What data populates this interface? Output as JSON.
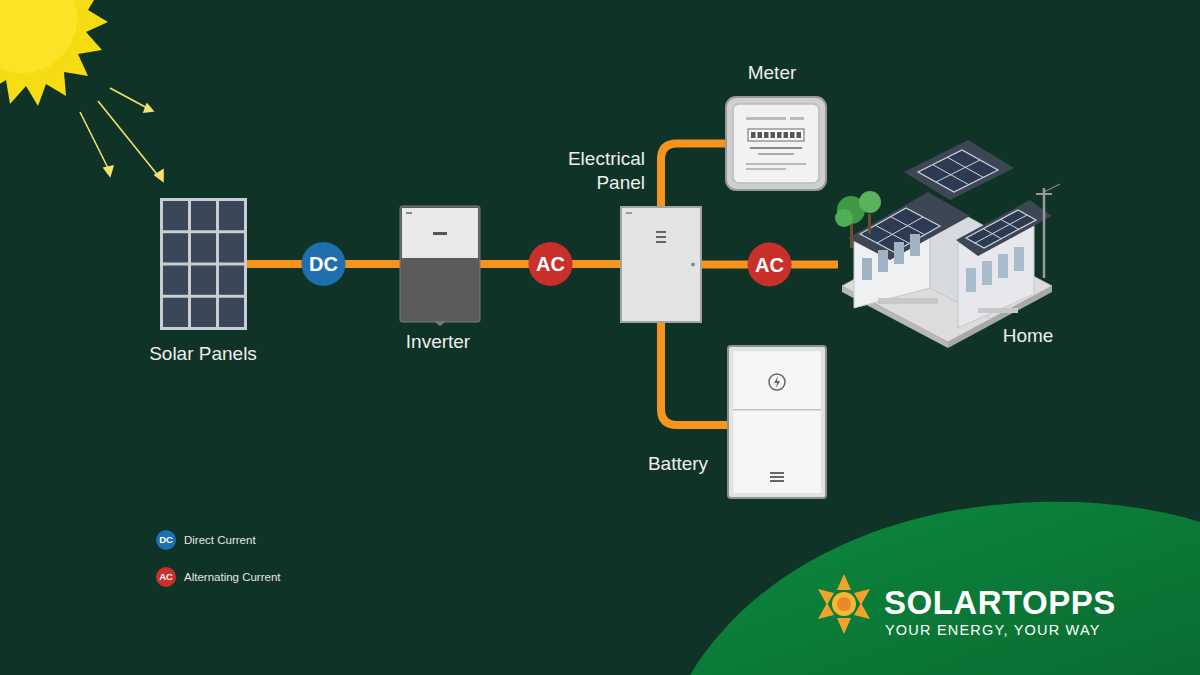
{
  "diagram": {
    "nodes": [
      {
        "text": [
          "Solar Panels"
        ]
      },
      {
        "text": [
          "Inverter"
        ]
      },
      {
        "text": [
          "Electrical Panel"
        ]
      },
      {
        "text": [
          "Meter"
        ]
      },
      {
        "text": [
          "Home"
        ]
      },
      {
        "text": [
          "Battery"
        ]
      }
    ],
    "edges": [
      {
        "from": 0,
        "to": 1,
        "label": "DC",
        "arrow": "none"
      },
      {
        "from": 1,
        "to": 2,
        "label": "AC",
        "arrow": "none"
      },
      {
        "from": 2,
        "to": 3,
        "arrow": "none"
      },
      {
        "from": 2,
        "to": 4,
        "label": "AC",
        "arrow": "none"
      },
      {
        "from": 2,
        "to": 5,
        "arrow": "none"
      }
    ],
    "labels": [
      "DC",
      "AC",
      "SOLARTOPPS",
      "YOUR ENERGY, YOUR WAY"
    ],
    "legend": [
      {
        "text": "Direct Current",
        "color": "#1f6fae"
      },
      {
        "text": "Alternating Current",
        "color": "#c9302c"
      }
    ]
  }
}
